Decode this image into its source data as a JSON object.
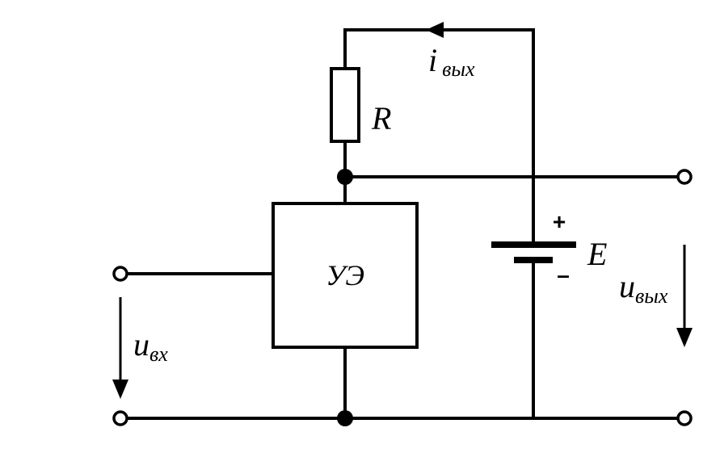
{
  "diagram": {
    "resistor_label": "R",
    "element_label": "УЭ",
    "source_label": "E",
    "plus_sign": "+",
    "minus_sign": "–",
    "output_current": {
      "symbol": "i",
      "subscript": "вых"
    },
    "input_voltage": {
      "symbol": "u",
      "subscript": "вх"
    },
    "output_voltage": {
      "symbol": "u",
      "subscript": "вых"
    }
  }
}
